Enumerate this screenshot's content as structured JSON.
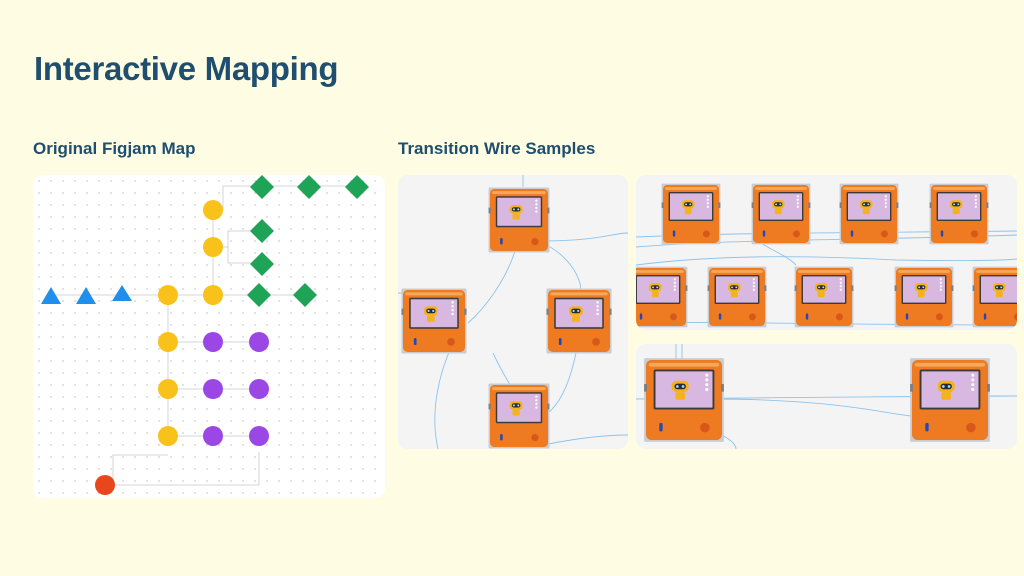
{
  "title": "Interactive Mapping",
  "left_heading": "Original Figjam Map",
  "right_heading": "Transition Wire Samples",
  "colors": {
    "background": "#FEFDE3",
    "heading": "#1F4E6E",
    "yellow_node": "#F9C21A",
    "purple_node": "#9A47E6",
    "green_node": "#1FA356",
    "blue_node": "#1E8FEA",
    "red_node": "#E8471D",
    "device_orange": "#EE7B21",
    "wire": "#8DC3EB"
  },
  "icons": [
    "device-screen-thumbnail",
    "robot-character"
  ]
}
